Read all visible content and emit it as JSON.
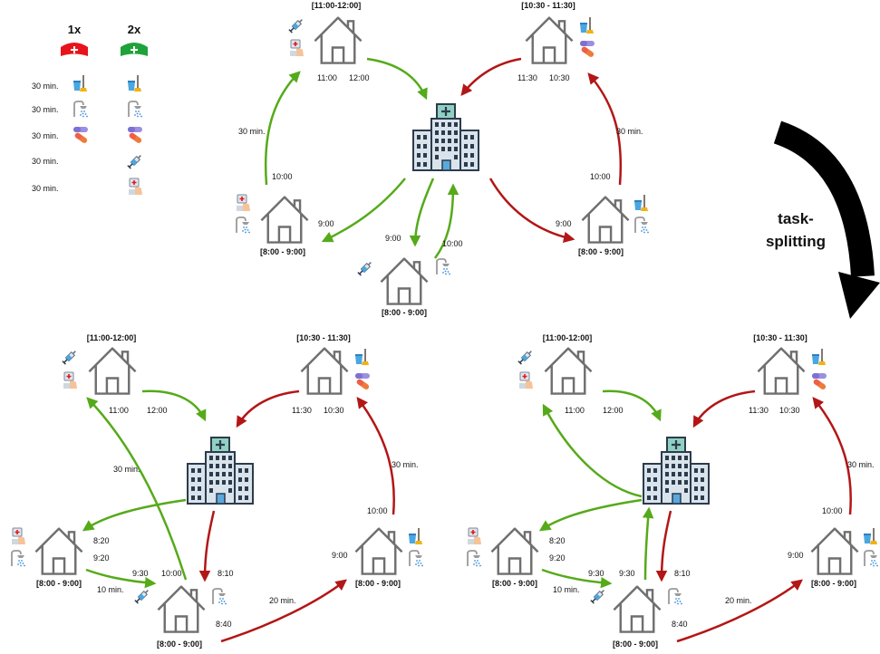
{
  "legend": {
    "col_1x": "1x",
    "col_2x": "2x",
    "rows": [
      {
        "duration": "30 min.",
        "single": "mop-bucket-icon",
        "double": "mop-bucket-icon"
      },
      {
        "duration": "30 min.",
        "single": "shower-icon",
        "double": "shower-icon"
      },
      {
        "duration": "30 min.",
        "single": "pills-icon",
        "double": "pills-icon"
      },
      {
        "duration": "30 min.",
        "single": "",
        "double": "syringe-icon"
      },
      {
        "duration": "30 min.",
        "single": "",
        "double": "bandage-hand-icon"
      }
    ],
    "nurse_colors": {
      "single": "#e8141b",
      "double": "#1fa23a"
    }
  },
  "arrow": {
    "label_line1": "task-",
    "label_line2": "splitting"
  },
  "route_colors": {
    "green": "#55aa1a",
    "red": "#b31616"
  },
  "top": {
    "h1": {
      "window": "[11:00-12:00]",
      "arrive": "11:00",
      "leave": "12:00"
    },
    "h2": {
      "window": "[10:30 - 11:30]",
      "arrive": "11:30",
      "leave": "10:30"
    },
    "h3": {
      "window": "[8:00 - 9:00]",
      "time": "9:00",
      "travel": "30 min.",
      "depart": "10:00"
    },
    "h4": {
      "window": "[8:00 - 9:00]",
      "time": "9:00",
      "travel": "30 min.",
      "depart": "10:00"
    },
    "h5": {
      "window": "[8:00 - 9:00]",
      "arrive": "9:00",
      "depart": "10:00"
    }
  },
  "bottom_left": {
    "h1": {
      "window": "[11:00-12:00]",
      "arrive": "11:00",
      "leave": "12:00"
    },
    "h2": {
      "window": "[10:30 - 11:30]",
      "arrive": "11:30",
      "leave": "10:30"
    },
    "h3": {
      "window": "[8:00 - 9:00]",
      "t1": "8:20",
      "t2": "9:20"
    },
    "h4": {
      "window": "[8:00 - 9:00]",
      "time": "9:00",
      "depart": "10:00"
    },
    "h5": {
      "window": "[8:00 - 9:00]",
      "a": "9:30",
      "b": "10:00",
      "c": "8:10",
      "d": "8:40"
    },
    "travel_30": "30 min.",
    "travel_30b": "30 min.",
    "travel_10": "10 min.",
    "travel_20": "20 min."
  },
  "bottom_right": {
    "h1": {
      "window": "[11:00-12:00]",
      "arrive": "11:00",
      "leave": "12:00"
    },
    "h2": {
      "window": "[10:30 - 11:30]",
      "arrive": "11:30",
      "leave": "10:30"
    },
    "h3": {
      "window": "[8:00 - 9:00]",
      "t1": "8:20",
      "t2": "9:20"
    },
    "h4": {
      "window": "[8:00 - 9:00]",
      "time": "9:00",
      "depart": "10:00"
    },
    "h5": {
      "window": "[8:00 - 9:00]",
      "a": "9:30",
      "b": "9:30",
      "c": "8:10",
      "d": "8:40"
    },
    "travel_30b": "30 min.",
    "travel_10": "10 min.",
    "travel_20": "20 min."
  }
}
